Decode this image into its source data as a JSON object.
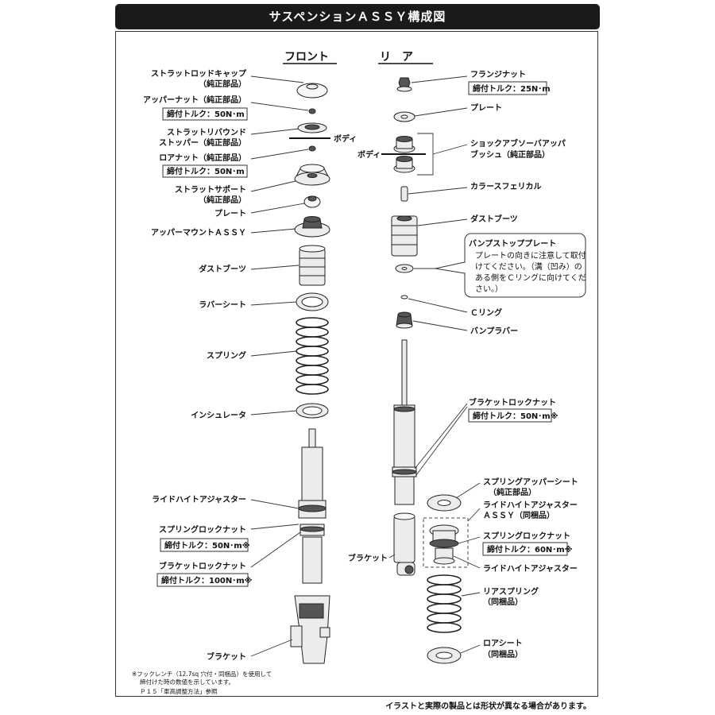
{
  "title": "サスペンションＡＳＳＹ構成図",
  "sections": {
    "front": "フロント",
    "rear": "リ　ア"
  },
  "front": {
    "strut_rod_cap": [
      "ストラットロッドキャップ",
      "（純正部品）"
    ],
    "upper_nut": "アッパーナット（純正部品）",
    "upper_nut_torque": "締付トルク：50N･m",
    "rebound_stopper": [
      "ストラットリバウンド",
      "ストッパー（純正部品）"
    ],
    "body": "ボディ",
    "lower_nut": "ロアナット（純正部品）",
    "lower_nut_torque": "締付トルク：50N･m",
    "strut_support": [
      "ストラットサポート",
      "（純正部品）"
    ],
    "plate": "プレート",
    "upper_mount": "アッパーマウントＡＳＳＹ",
    "dust_boot": "ダストブーツ",
    "rubber_seat": "ラバーシート",
    "spring": "スプリング",
    "insulator": "インシュレータ",
    "ride_height_adjuster": "ライドハイトアジャスター",
    "spring_lock_nut": "スプリングロックナット",
    "spring_lock_nut_torque": "締付トルク：50N･m※",
    "bracket_lock_nut": "ブラケットロックナット",
    "bracket_lock_nut_torque": "締付トルク：100N･m※",
    "bracket": "ブラケット",
    "footnote": [
      "※フックレンチ（12.7sq 穴付・同梱品）を使用して",
      "締付けた時の数値を示しています。",
      "Ｐ１５「車高調整方法」参照"
    ]
  },
  "rear": {
    "flange_nut": "フランジナット",
    "flange_nut_torque": "締付トルク：25N･m",
    "plate": "プレート",
    "body": "ボディ",
    "bush": [
      "ショックアブソーバアッパ",
      "ブッシュ（純正部品）"
    ],
    "collar": "カラースフェリカル",
    "dust_boot": "ダストブーツ",
    "bump_stop_plate": "バンプストッププレート",
    "bump_note": [
      "プレートの向きに注意して取付",
      "けてください。（溝（凹み）の",
      "ある側をＣリングに向けてくだ",
      "さい。）"
    ],
    "c_ring": "Ｃリング",
    "bump_rubber": "バンプラバー",
    "bracket_lock_nut": "ブラケットロックナット",
    "bracket_lock_nut_torque": "締付トルク：50N･m※",
    "spring_upper_seat": [
      "スプリングアッパーシート",
      "（純正部品）"
    ],
    "ride_height_assy": [
      "ライドハイトアジャスター",
      "ＡＳＳＹ（同梱品）"
    ],
    "spring_lock_nut": "スプリングロックナット",
    "spring_lock_nut_torque": "締付トルク：60N･m※",
    "ride_height_adjuster": "ライドハイトアジャスター",
    "bracket": "ブラケット",
    "rear_spring": [
      "リアスプリング",
      "（同梱品）"
    ],
    "lower_seat": [
      "ロアシート",
      "（同梱品）"
    ]
  },
  "disclaimer": "イラストと実際の製品とは形状が異なる場合があります。"
}
